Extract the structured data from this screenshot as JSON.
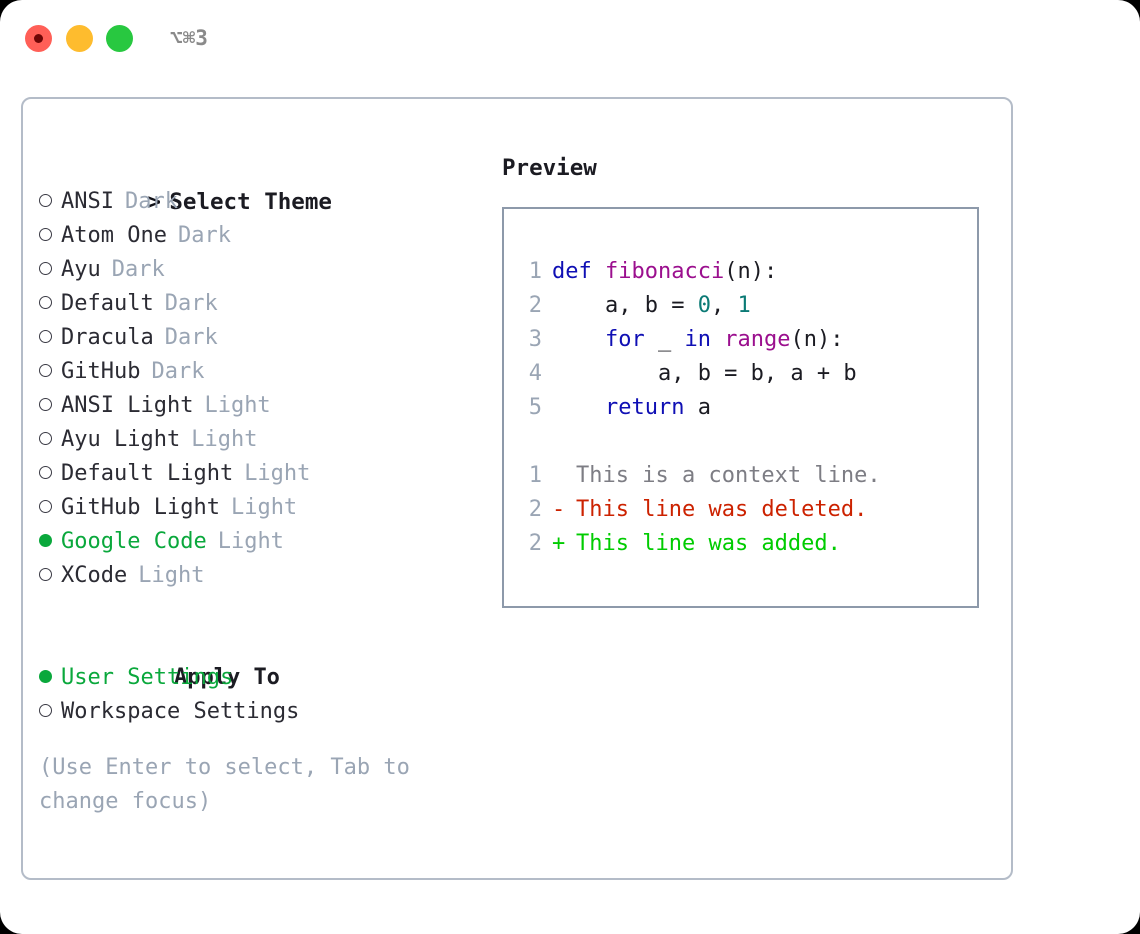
{
  "window": {
    "shortcut_label": "⌥⌘3",
    "traffic_lights": [
      "close",
      "minimize",
      "maximize"
    ]
  },
  "left_panel": {
    "header": {
      "caret": ">",
      "title": "Select Theme"
    },
    "themes": [
      {
        "name": "ANSI",
        "kind": "Dark",
        "selected": false
      },
      {
        "name": "Atom One",
        "kind": "Dark",
        "selected": false
      },
      {
        "name": "Ayu",
        "kind": "Dark",
        "selected": false
      },
      {
        "name": "Default",
        "kind": "Dark",
        "selected": false
      },
      {
        "name": "Dracula",
        "kind": "Dark",
        "selected": false
      },
      {
        "name": "GitHub",
        "kind": "Dark",
        "selected": false
      },
      {
        "name": "ANSI Light",
        "kind": "Light",
        "selected": false
      },
      {
        "name": "Ayu Light",
        "kind": "Light",
        "selected": false
      },
      {
        "name": "Default Light",
        "kind": "Light",
        "selected": false
      },
      {
        "name": "GitHub Light",
        "kind": "Light",
        "selected": false
      },
      {
        "name": "Google Code",
        "kind": "Light",
        "selected": true
      },
      {
        "name": "XCode",
        "kind": "Light",
        "selected": false
      }
    ],
    "apply_to": {
      "label": "Apply To",
      "options": [
        {
          "name": "User Settings",
          "selected": true
        },
        {
          "name": "Workspace Settings",
          "selected": false
        }
      ]
    },
    "hint": "(Use Enter to select, Tab to change focus)"
  },
  "right_panel": {
    "title": "Preview",
    "code_lines": [
      {
        "no": "1",
        "tokens": [
          {
            "t": "def",
            "c": "kw"
          },
          {
            "t": " ",
            "c": "txt"
          },
          {
            "t": "fibonacci",
            "c": "fn"
          },
          {
            "t": "(n):",
            "c": "punc"
          }
        ]
      },
      {
        "no": "2",
        "tokens": [
          {
            "t": "    a, b = ",
            "c": "txt"
          },
          {
            "t": "0",
            "c": "num"
          },
          {
            "t": ", ",
            "c": "txt"
          },
          {
            "t": "1",
            "c": "num"
          }
        ]
      },
      {
        "no": "3",
        "tokens": [
          {
            "t": "    ",
            "c": "txt"
          },
          {
            "t": "for",
            "c": "kw"
          },
          {
            "t": " _ ",
            "c": "txt"
          },
          {
            "t": "in",
            "c": "kw"
          },
          {
            "t": " ",
            "c": "txt"
          },
          {
            "t": "range",
            "c": "fn"
          },
          {
            "t": "(n):",
            "c": "punc"
          }
        ]
      },
      {
        "no": "4",
        "tokens": [
          {
            "t": "        a, b = b, a + b",
            "c": "txt"
          }
        ]
      },
      {
        "no": "5",
        "tokens": [
          {
            "t": "    ",
            "c": "txt"
          },
          {
            "t": "return",
            "c": "kw"
          },
          {
            "t": " a",
            "c": "txt"
          }
        ]
      }
    ],
    "diff_lines": [
      {
        "no": "1",
        "sign": " ",
        "text": "This is a context line.",
        "kind": "ctx"
      },
      {
        "no": "2",
        "sign": "-",
        "text": "This line was deleted.",
        "kind": "del"
      },
      {
        "no": "2",
        "sign": "+",
        "text": "This line was added.",
        "kind": "add"
      }
    ]
  },
  "colors": {
    "accent_green": "#0aa83c",
    "diff_add": "#00cc00",
    "diff_del": "#cc2200",
    "muted": "#9aa5b4",
    "keyword": "#0f0fb4",
    "function": "#9b0f8e",
    "number": "#0b7a75",
    "border": "#b4bcc8",
    "preview_border": "#8d99aa"
  }
}
